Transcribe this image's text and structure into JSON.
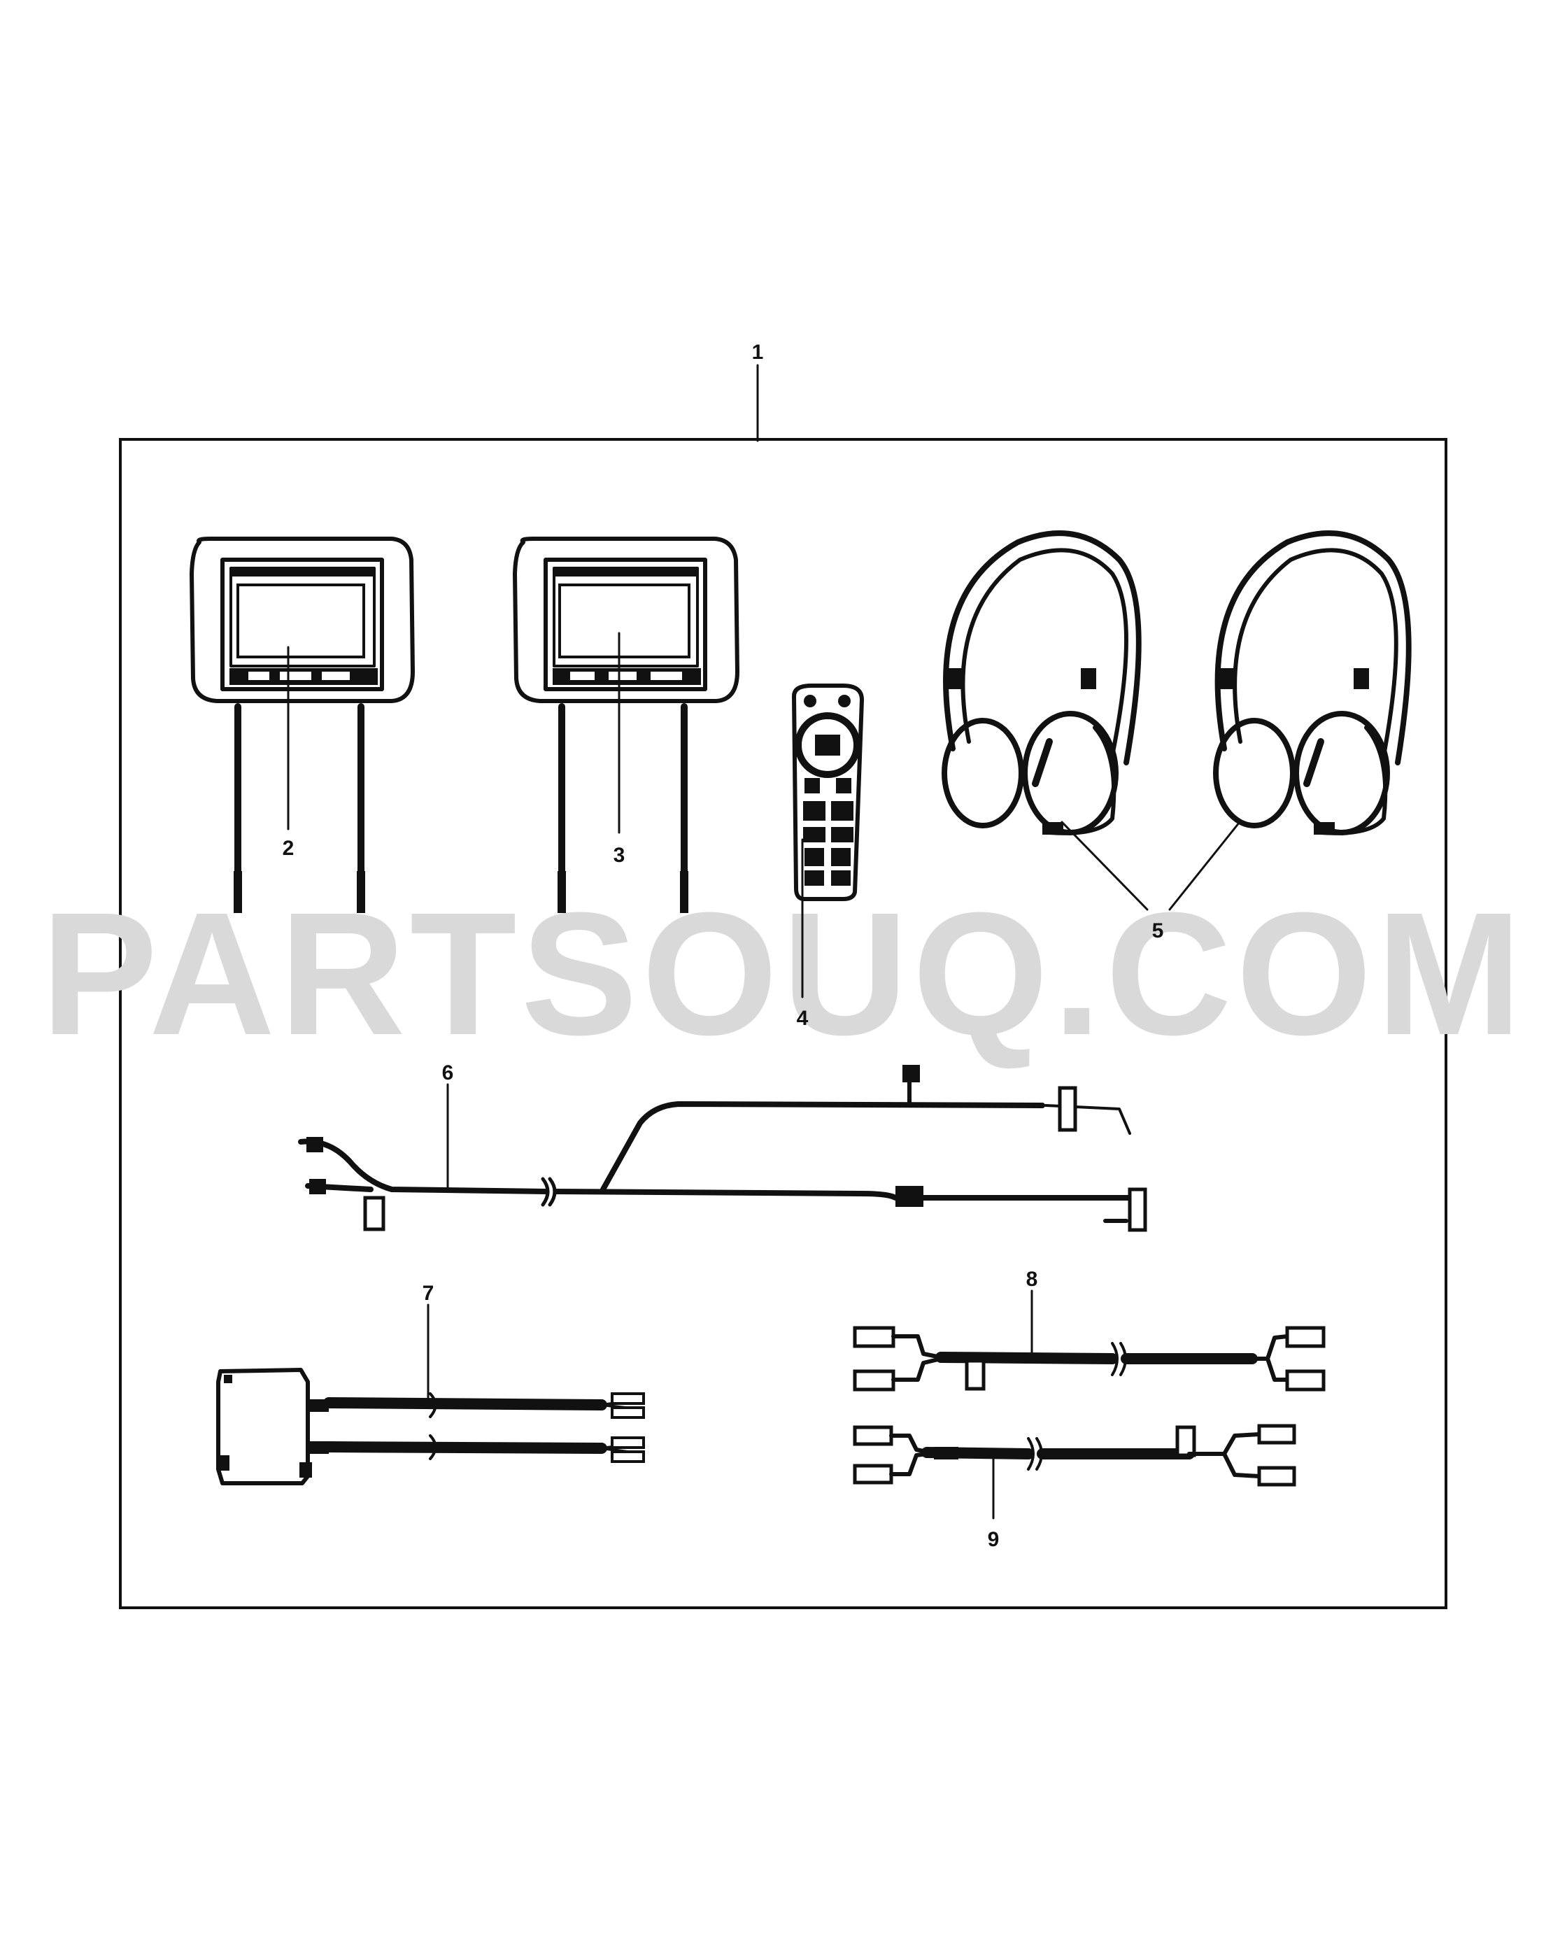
{
  "watermark": {
    "text": "PARTSOUQ.COM",
    "color": "#d9d9d9"
  },
  "callouts": [
    "1",
    "2",
    "3",
    "4",
    "5",
    "6",
    "7",
    "8",
    "9"
  ],
  "colors": {
    "ink": "#111111",
    "background": "#ffffff",
    "watermark": "#d9d9d9"
  }
}
